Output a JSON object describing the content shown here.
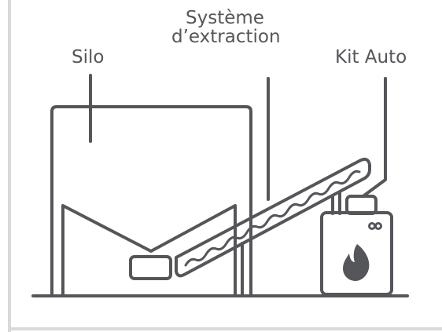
{
  "labels": {
    "silo": "Silo",
    "extraction_line1": "Système",
    "extraction_line2": "d’extraction",
    "kit_auto": "Kit Auto"
  },
  "colors": {
    "stroke": "#55565a",
    "border": "#d9d9d9",
    "background": "#ffffff"
  },
  "icons": [
    "flame-icon",
    "infinity-icon"
  ]
}
